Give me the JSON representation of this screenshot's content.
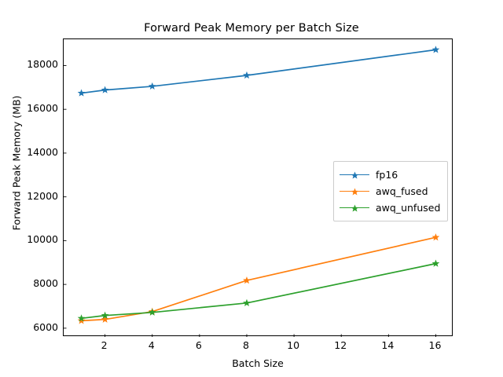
{
  "chart_data": {
    "type": "line",
    "title": "Forward Peak Memory per Batch Size",
    "xlabel": "Batch Size",
    "ylabel": "Forward Peak Memory (MB)",
    "x": [
      1,
      2,
      4,
      8,
      16
    ],
    "xlim": [
      0.25,
      16.75
    ],
    "ylim": [
      5600,
      19200
    ],
    "xticks": [
      2,
      4,
      6,
      8,
      10,
      12,
      14,
      16
    ],
    "xtick_labels": [
      "2",
      "4",
      "6",
      "8",
      "10",
      "12",
      "14",
      "16"
    ],
    "yticks": [
      6000,
      8000,
      10000,
      12000,
      14000,
      16000,
      18000
    ],
    "ytick_labels": [
      "6000",
      "8000",
      "10000",
      "12000",
      "14000",
      "16000",
      "18000"
    ],
    "grid": false,
    "legend_position": "center right",
    "marker": "star",
    "series": [
      {
        "name": "fp16",
        "color": "#1f77b4",
        "values": [
          16740,
          16880,
          17050,
          17550,
          18720
        ]
      },
      {
        "name": "awq_fused",
        "color": "#ff7f0e",
        "values": [
          6340,
          6400,
          6760,
          8180,
          10150
        ]
      },
      {
        "name": "awq_unfused",
        "color": "#2ca02c",
        "values": [
          6450,
          6580,
          6720,
          7150,
          8950
        ]
      }
    ]
  }
}
